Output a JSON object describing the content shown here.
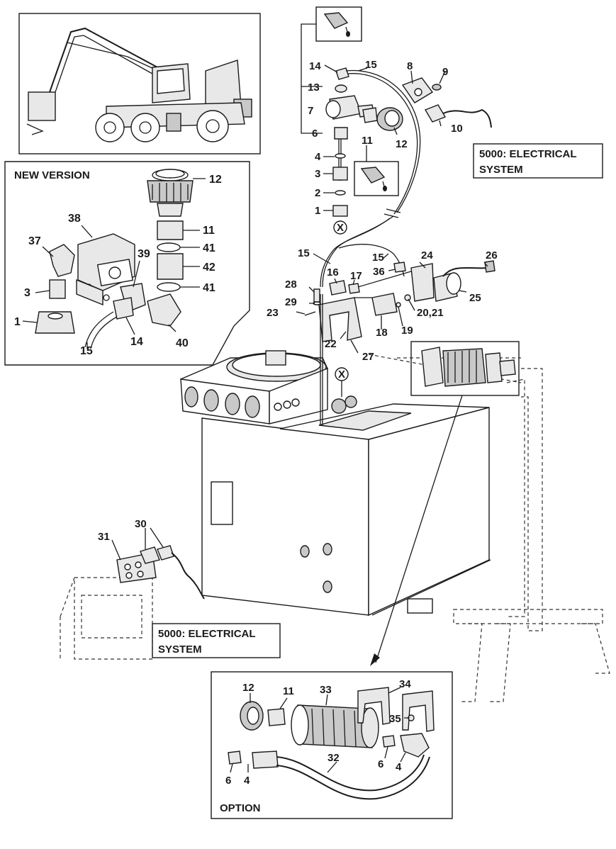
{
  "boxes": {
    "new_version": "NEW VERSION",
    "option": "OPTION",
    "electrical_top_1": "5000: ELECTRICAL",
    "electrical_top_2": "SYSTEM",
    "electrical_bottom_1": "5000: ELECTRICAL",
    "electrical_bottom_2": "SYSTEM"
  },
  "callouts": {
    "x_marker": "X",
    "c1": "1",
    "c2": "2",
    "c3": "3",
    "c4": "4",
    "c6": "6",
    "c7": "7",
    "c8": "8",
    "c9": "9",
    "c10": "10",
    "c11": "11",
    "c12": "12",
    "c13": "13",
    "c14": "14",
    "c15": "15",
    "c16": "16",
    "c17": "17",
    "c18": "18",
    "c19": "19",
    "c2021": "20,21",
    "c22": "22",
    "c23": "23",
    "c24": "24",
    "c25": "25",
    "c26": "26",
    "c27": "27",
    "c28": "28",
    "c29": "29",
    "c30": "30",
    "c31": "31",
    "c32": "32",
    "c33": "33",
    "c34": "34",
    "c35": "35",
    "c36": "36",
    "c37": "37",
    "c38": "38",
    "c39": "39",
    "c40": "40",
    "c41": "41",
    "c42": "42"
  },
  "icons": {
    "thread_locker": "thread-locker-bottle-icon",
    "machine": "forest-harvester-illustration"
  }
}
